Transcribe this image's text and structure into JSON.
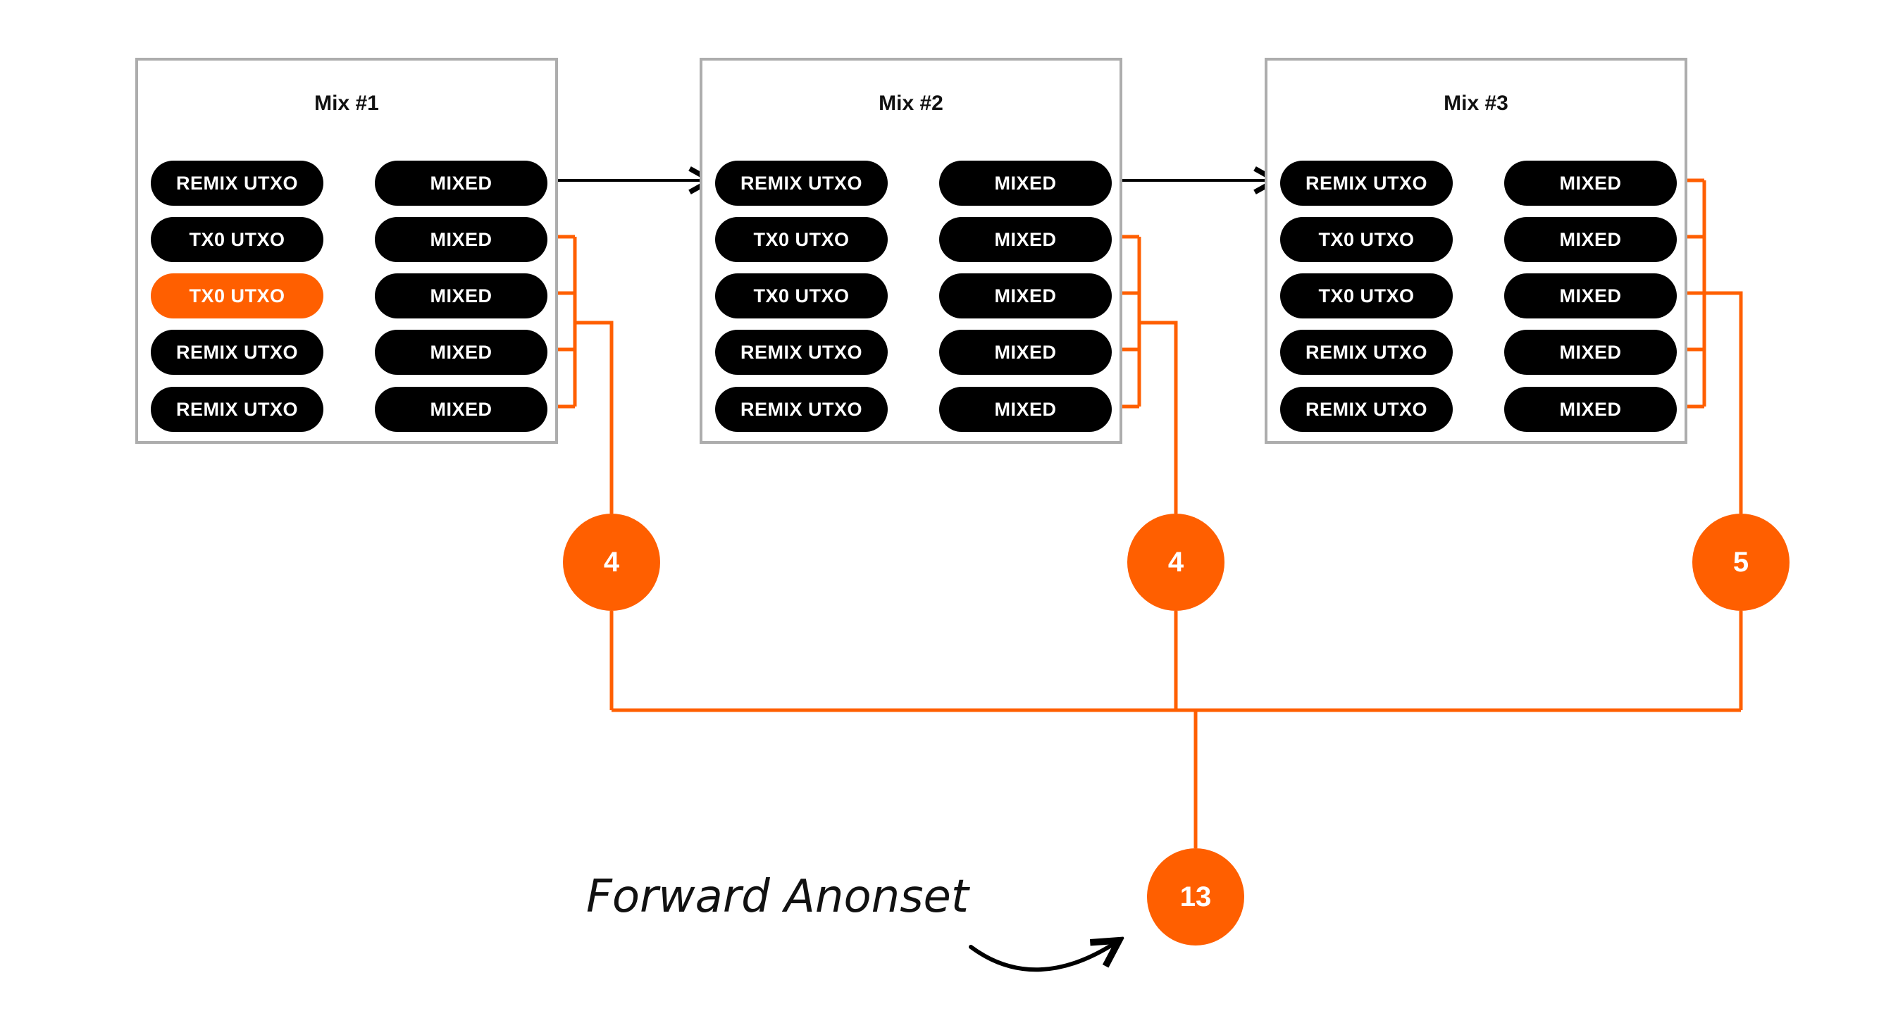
{
  "colors": {
    "accent": "#ff5f00",
    "pill": "#000000",
    "border": "#adadad"
  },
  "mixes": [
    {
      "title": "Mix #1",
      "inputs": [
        {
          "label": "REMIX UTXO",
          "highlight": false
        },
        {
          "label": "TX0 UTXO",
          "highlight": false
        },
        {
          "label": "TX0 UTXO",
          "highlight": true
        },
        {
          "label": "REMIX UTXO",
          "highlight": false
        },
        {
          "label": "REMIX UTXO",
          "highlight": false
        }
      ],
      "outputs": [
        "MIXED",
        "MIXED",
        "MIXED",
        "MIXED",
        "MIXED"
      ],
      "count": "4"
    },
    {
      "title": "Mix #2",
      "inputs": [
        {
          "label": "REMIX UTXO",
          "highlight": false
        },
        {
          "label": "TX0 UTXO",
          "highlight": false
        },
        {
          "label": "TX0 UTXO",
          "highlight": false
        },
        {
          "label": "REMIX UTXO",
          "highlight": false
        },
        {
          "label": "REMIX UTXO",
          "highlight": false
        }
      ],
      "outputs": [
        "MIXED",
        "MIXED",
        "MIXED",
        "MIXED",
        "MIXED"
      ],
      "count": "4"
    },
    {
      "title": "Mix #3",
      "inputs": [
        {
          "label": "REMIX UTXO",
          "highlight": false
        },
        {
          "label": "TX0 UTXO",
          "highlight": false
        },
        {
          "label": "TX0 UTXO",
          "highlight": false
        },
        {
          "label": "REMIX UTXO",
          "highlight": false
        },
        {
          "label": "REMIX UTXO",
          "highlight": false
        }
      ],
      "outputs": [
        "MIXED",
        "MIXED",
        "MIXED",
        "MIXED",
        "MIXED"
      ],
      "count": "5"
    }
  ],
  "total": "13",
  "forward_label": "Forward Anonset",
  "icons": {
    "arrow": "curved-arrow-icon"
  }
}
